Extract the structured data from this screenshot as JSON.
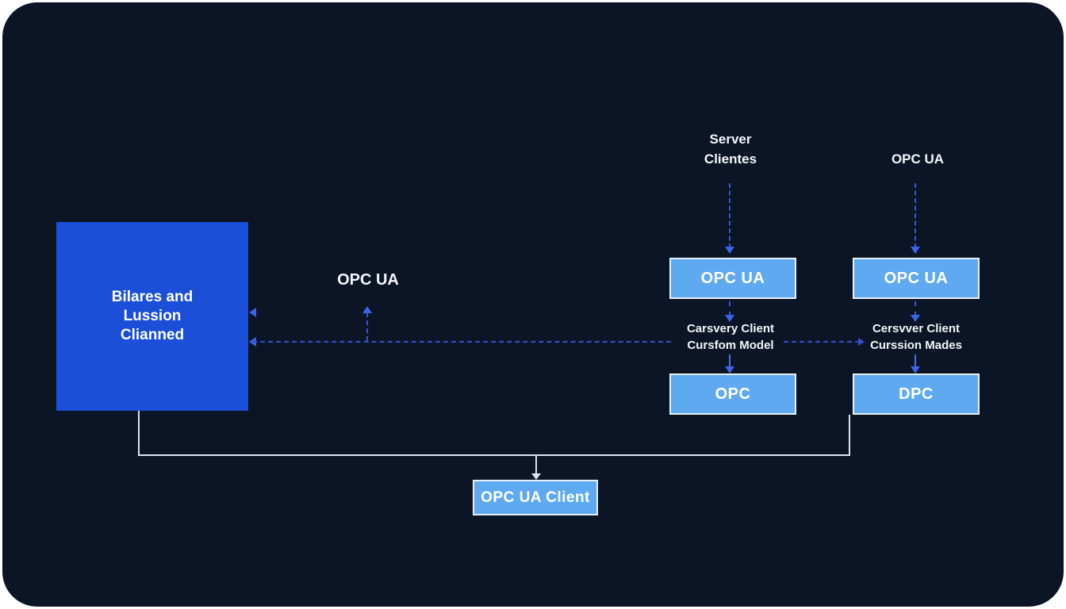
{
  "left_box": {
    "lines": [
      "Bilares and",
      "Lussion",
      "Clianned"
    ]
  },
  "labels": {
    "server_clientes_line1": "Server",
    "server_clientes_line2": "Clientes",
    "top_right": "OPC UA",
    "middle": "OPC UA"
  },
  "columns": [
    {
      "top_box": "OPC UA",
      "caption": [
        "Carsvery Client",
        "Cursfom Model"
      ],
      "bottom_box": "OPC"
    },
    {
      "top_box": "OPC UA",
      "caption": [
        "Cersvver Client",
        "Curssion Mades"
      ],
      "bottom_box": "DPC"
    }
  ],
  "bottom_box": "OPC UA Client",
  "colors": {
    "page_bg": "#ffffff",
    "panel_bg": "#0c1525",
    "primary_box": "#1b4fd8",
    "node_fill": "#5fa9f1",
    "node_border": "#e8f0fa",
    "dashed_line": "#3350cc",
    "arrow_blue": "#3c64e8",
    "white_line": "#dce3ef",
    "text": "#ffffff"
  }
}
